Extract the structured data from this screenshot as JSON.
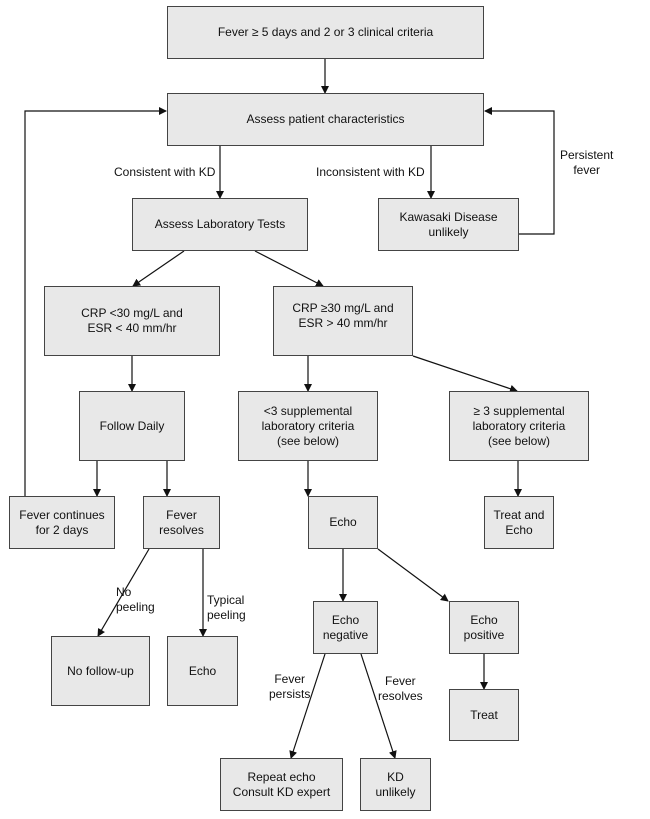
{
  "nodes": {
    "start": "Fever ≥ 5 days and 2 or 3 clinical criteria",
    "assess_patient": "Assess patient characteristics",
    "assess_lab": "Assess Laboratory Tests",
    "kd_unlikely_top": "Kawasaki Disease\nunlikely",
    "crp_low": "CRP <30 mg/L and\nESR < 40 mm/hr",
    "crp_high": "CRP ≥30 mg/L and\nESR > 40 mm/hr",
    "follow_daily": "Follow Daily",
    "lt3_supp": "<3 supplemental\nlaboratory criteria\n(see below)",
    "ge3_supp": "≥ 3 supplemental\nlaboratory criteria\n(see below)",
    "fever_continues": "Fever continues\nfor 2 days",
    "fever_resolves": "Fever\nresolves",
    "echo_mid": "Echo",
    "treat_and_echo": "Treat and\nEcho",
    "no_followup": "No follow-up",
    "echo_left": "Echo",
    "echo_negative": "Echo\nnegative",
    "echo_positive": "Echo\npositive",
    "treat": "Treat",
    "repeat_echo": "Repeat echo\nConsult KD expert",
    "kd_unlikely_bottom": "KD\nunlikely"
  },
  "edge_labels": {
    "consistent": "Consistent with KD",
    "inconsistent": "Inconsistent with KD",
    "persistent_fever": "Persistent\nfever",
    "no_peeling": "No\npeeling",
    "typical_peeling": "Typical\npeeling",
    "fever_persists": "Fever\npersists",
    "fever_resolves": "Fever\nresolves"
  }
}
